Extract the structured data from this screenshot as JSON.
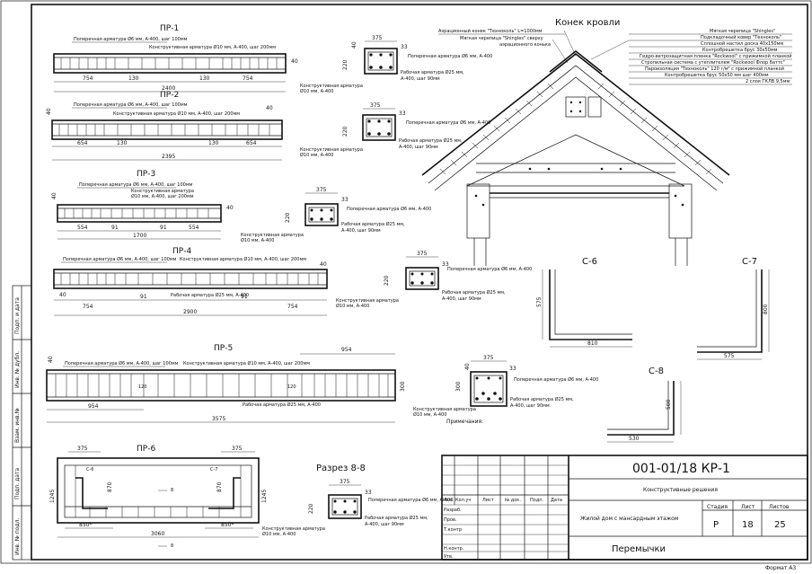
{
  "sheet": {
    "format_label": "Формат А3"
  },
  "side_stamp": {
    "cells": [
      "Подп. и дата",
      "Инв. № дубл.",
      "Взам. инв.№",
      "Подп. дата",
      "Инв. № подл."
    ]
  },
  "title_block": {
    "code": "001-01/18 КР-1",
    "section": "Конструктивные решения",
    "object": "Жилой дом с мансардным этажом",
    "sheet_name": "Перемычки",
    "headers": [
      "Изм.",
      "Кол.уч",
      "Лист",
      "№ док.",
      "Подп.",
      "Дата"
    ],
    "roles": [
      "Разраб.",
      "Пров.",
      "Т.контр",
      "",
      "Н.контр.",
      "Утв."
    ],
    "stage_label": "Стадия",
    "sheet_label": "Лист",
    "sheets_label": "Листов",
    "stage_value": "Р",
    "sheet_value": "18",
    "sheets_value": "25",
    "notes_label": "Примечания:"
  },
  "roof": {
    "title": "Конек кровли",
    "callouts": [
      "Аэрационный конек \"Техноколь\" L=1000мм",
      "Мягкая черепица \"Shingles\" сверху",
      "аэрационного конька"
    ],
    "layers": [
      "Мягкая черепица \"Shingles\"",
      "Подкладочный ковер \"Техноколь\"",
      "Сплошной настил доска 40х150мм",
      "Контробрешетка брус 30х50мм",
      "Гидро-ветрозащитная пленка \"Rockwool\" с прижимной планкой",
      "Стропильная система с утеплителем \"Rockwool Флор баттс\"",
      "Пароизоляция \"Техноколь\" 120 г/м² с прижимной планкой",
      "Контробрешетка брус 50х50 мм шаг 400мм",
      "2 слоя ГКЛВ 9,5мм"
    ]
  },
  "beams": [
    {
      "name": "ПР-1",
      "top_note1": "Поперечная арматура Ø6 мм, А-400, шаг 100мм",
      "top_note2": "Конструктивная арматура Ø10 мм, А-400, шаг 200мм",
      "dims": [
        "754",
        "130",
        "130",
        "754"
      ],
      "total": "2400",
      "end": "40",
      "sec_w": "375",
      "sec_c": "33",
      "sec_h": "220",
      "sec_cv": "40",
      "sec_note1": "Поперечная арматура Ø6 мм, А-400",
      "sec_note2": "Рабочая арматура Ø25 мм,",
      "sec_note3": "А-400, шаг 90мм",
      "sec_note4": "Конструктивная арматура",
      "sec_note5": "Ø10 мм, А-400"
    },
    {
      "name": "ПР-2",
      "top_note1": "Поперечная арматура Ø6 мм, А-400, шаг 100мм",
      "top_note2": "Конструктивная арматура Ø10 мм, А-400, шаг 200мм",
      "dims": [
        "654",
        "130",
        "130",
        "654"
      ],
      "total": "2395",
      "end": "40"
    },
    {
      "name": "ПР-3",
      "top_note1": "Поперечная арматура Ø6 мм, А-400, шаг 100мм",
      "top_note2": "Конструктивная арматура",
      "top_note3": "Ø10 мм, А-400, шаг 200мм",
      "dims": [
        "554",
        "91",
        "91",
        "554"
      ],
      "total": "1700",
      "end": "40"
    },
    {
      "name": "ПР-4",
      "top_note1": "Поперечная арматура Ø6 мм, А-400, шаг 100мм",
      "top_note2": "Конструктивная арматура Ø10 мм, А-400, шаг 200мм",
      "work_note": "Рабочая арматура Ø25 мм, А-400",
      "dims": [
        "754",
        "91",
        "91",
        "754"
      ],
      "total": "2900",
      "end": "40"
    },
    {
      "name": "ПР-5",
      "top_note1": "Поперечная арматура Ø6 мм, А-400, шаг 100мм",
      "top_note2": "Конструктивная арматура Ø10 мм, А-400, шаг 200мм",
      "work_note": "Рабочая арматура Ø25 мм, А-400",
      "dims": [
        "954",
        "954",
        "120",
        "120"
      ],
      "total": "3575",
      "end": "40",
      "sec_h": "300"
    },
    {
      "name": "ПР-6",
      "dims": [
        "375",
        "375",
        "870",
        "870",
        "1245",
        "1245",
        "850*",
        "850*"
      ],
      "total": "3060",
      "tags": [
        "С-6",
        "С-7"
      ],
      "cut": "8"
    }
  ],
  "section_8": {
    "title": "Разрез 8-8",
    "w": "375",
    "c": "33",
    "h": "220",
    "note1": "Поперечная арматура Ø6 мм, А-400",
    "note2": "Рабочая арматура Ø25 мм,",
    "note3": "А-400, шаг 90мм",
    "note4": "Конструктивная арматура",
    "note5": "Ø10 мм, А-400"
  },
  "brackets": [
    {
      "name": "С-6",
      "h": "575",
      "w": "810"
    },
    {
      "name": "С-7",
      "h": "800",
      "w": "575"
    },
    {
      "name": "С-8",
      "h": "500",
      "w": "530"
    }
  ]
}
